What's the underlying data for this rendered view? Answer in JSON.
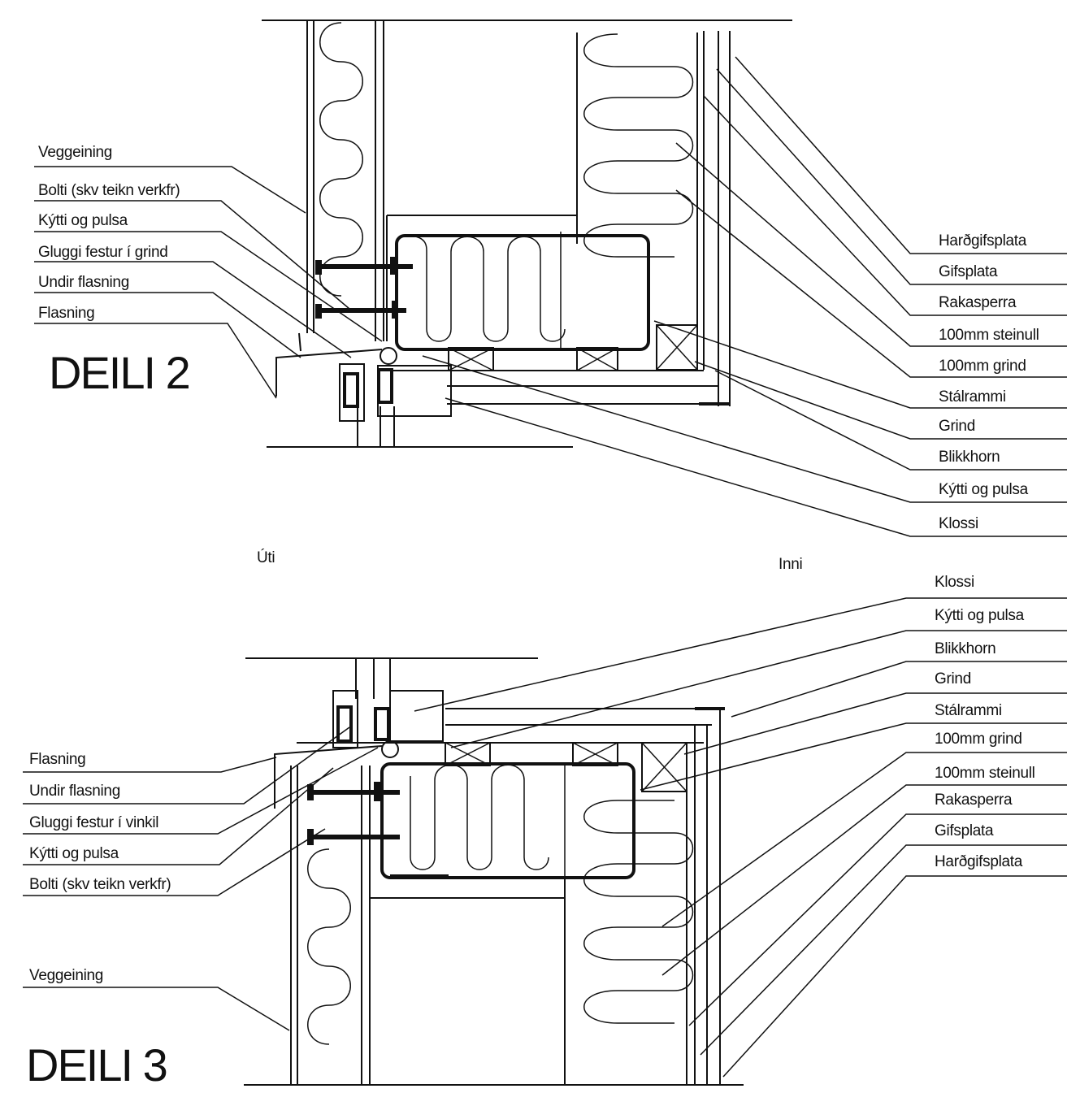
{
  "detail_2": {
    "title": "DEILI 2",
    "labels_left": [
      "Veggeining",
      "Bolti (skv teikn verkfr)",
      "Kýtti og pulsa",
      "Gluggi festur í grind",
      "Undir flasning",
      "Flasning"
    ],
    "labels_right": [
      "Harðgifsplata",
      "Gifsplata",
      "Rakasperra",
      "100mm steinull",
      "100mm grind",
      "Stálrammi",
      "Grind",
      "Blikkhorn",
      "Kýtti og pulsa",
      "Klossi"
    ]
  },
  "side_labels": {
    "outside": "Úti",
    "inside": "Inni"
  },
  "detail_3": {
    "title": "DEILI 3",
    "labels_right": [
      "Klossi",
      "Kýtti og pulsa",
      "Blikkhorn",
      "Grind",
      "Stálrammi",
      "100mm grind",
      "100mm steinull",
      "Rakasperra",
      "Gifsplata",
      "Harðgifsplata"
    ],
    "labels_left": [
      "Flasning",
      "Undir flasning",
      "Gluggi festur í vinkil",
      "Kýtti og pulsa",
      "Bolti (skv teikn verkfr)",
      "Veggeining"
    ]
  }
}
